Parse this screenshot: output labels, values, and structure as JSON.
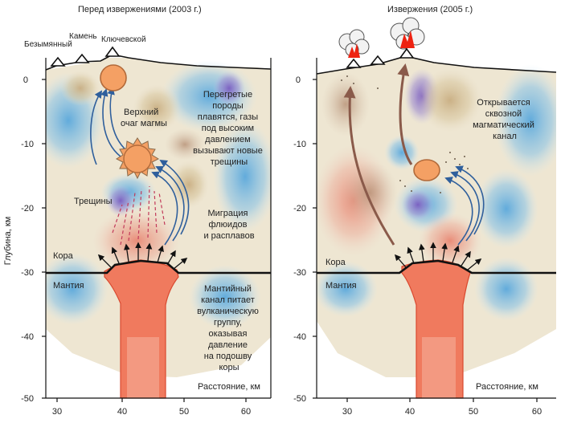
{
  "panels": {
    "left": {
      "title": "Перед извержениями (2003 г.)",
      "volcanoes": [
        "Безымянный",
        "Камень",
        "Ключевской"
      ],
      "labels": {
        "upper_chamber_1": "Верхний",
        "upper_chamber_2": "очаг магмы",
        "cracks": "Трещины",
        "crust": "Кора",
        "mantle": "Мантия",
        "overheated": [
          "Перегретые",
          "породы",
          "плавятся, газы",
          "под высоким",
          "давлением",
          "вызывают новые",
          "трещины"
        ],
        "migration": [
          "Миграция",
          "флюидов",
          "и расплавов"
        ],
        "mantle_channel": [
          "Мантийный",
          "канал питает",
          "вулканическую",
          "группу,",
          "оказывая",
          "давление",
          "на подошву",
          "коры"
        ],
        "distance": "Расстояние, км"
      }
    },
    "right": {
      "title": "Извержения (2005 г.)",
      "labels": {
        "open_channel": [
          "Открывается",
          "сквозной",
          "магматический",
          "канал"
        ],
        "crust": "Кора",
        "mantle": "Мантия",
        "distance": "Расстояние, км"
      }
    }
  },
  "axes": {
    "y_label": "Глубина, км",
    "y_ticks": [
      "0",
      "-10",
      "-20",
      "-30",
      "-40",
      "-50"
    ],
    "x_ticks": [
      "30",
      "40",
      "50",
      "60"
    ]
  },
  "colors": {
    "magma": "#f07a5e",
    "magma_dark": "#d9492f",
    "chamber": "#f4a064",
    "chamber_stroke": "#b26a3a",
    "blue_zone": "#7fbbe3",
    "purple_zone": "#8a6fc4",
    "tan_zone": "#d8c8a4",
    "arrow_blue": "#2f5f9c",
    "arrow_brown": "#8a5a4a",
    "fire": "#ee2211"
  }
}
